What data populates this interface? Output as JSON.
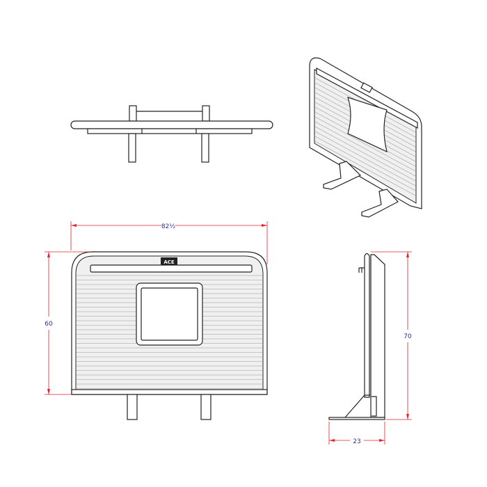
{
  "logo_text": "ACE",
  "dimensions": {
    "width": "82½",
    "front_height": "60",
    "side_height": "70",
    "depth": "23"
  },
  "colors": {
    "dimension_line": "#e8202a",
    "dimension_text": "#2a2a9a",
    "outline": "#222222"
  }
}
